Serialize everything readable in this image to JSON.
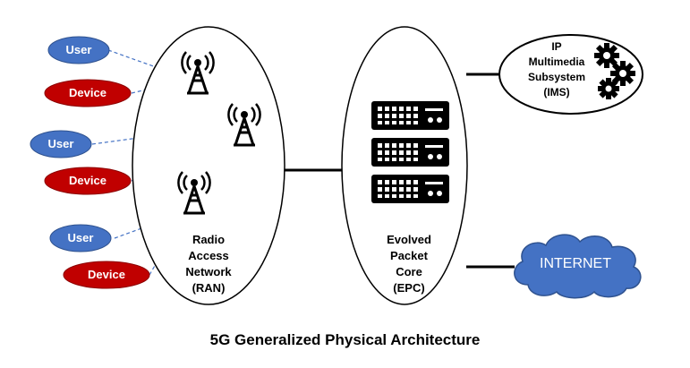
{
  "caption": "5G Generalized Physical Architecture",
  "colors": {
    "user_fill": "#4472c4",
    "device_fill": "#c00000",
    "cloud_fill": "#4472c4",
    "dashed_line": "#4472c4",
    "outline": "#000000"
  },
  "ran": {
    "lines": [
      "Radio",
      "Access",
      "Network",
      "(RAN)"
    ]
  },
  "epc": {
    "lines": [
      "Evolved",
      "Packet",
      "Core",
      "(EPC)"
    ]
  },
  "ims": {
    "lines": [
      "IP",
      "Multimedia",
      "Subsystem",
      "(IMS)"
    ]
  },
  "internet": "INTERNET",
  "endpoints": [
    {
      "label": "User",
      "kind": "user"
    },
    {
      "label": "Device",
      "kind": "device"
    },
    {
      "label": "User",
      "kind": "user"
    },
    {
      "label": "Device",
      "kind": "device"
    },
    {
      "label": "User",
      "kind": "user"
    },
    {
      "label": "Device",
      "kind": "device"
    }
  ],
  "icons": {
    "tower": "radio-tower-icon",
    "server": "server-rack-icon",
    "gear": "gear-icon",
    "cloud": "cloud-icon"
  }
}
